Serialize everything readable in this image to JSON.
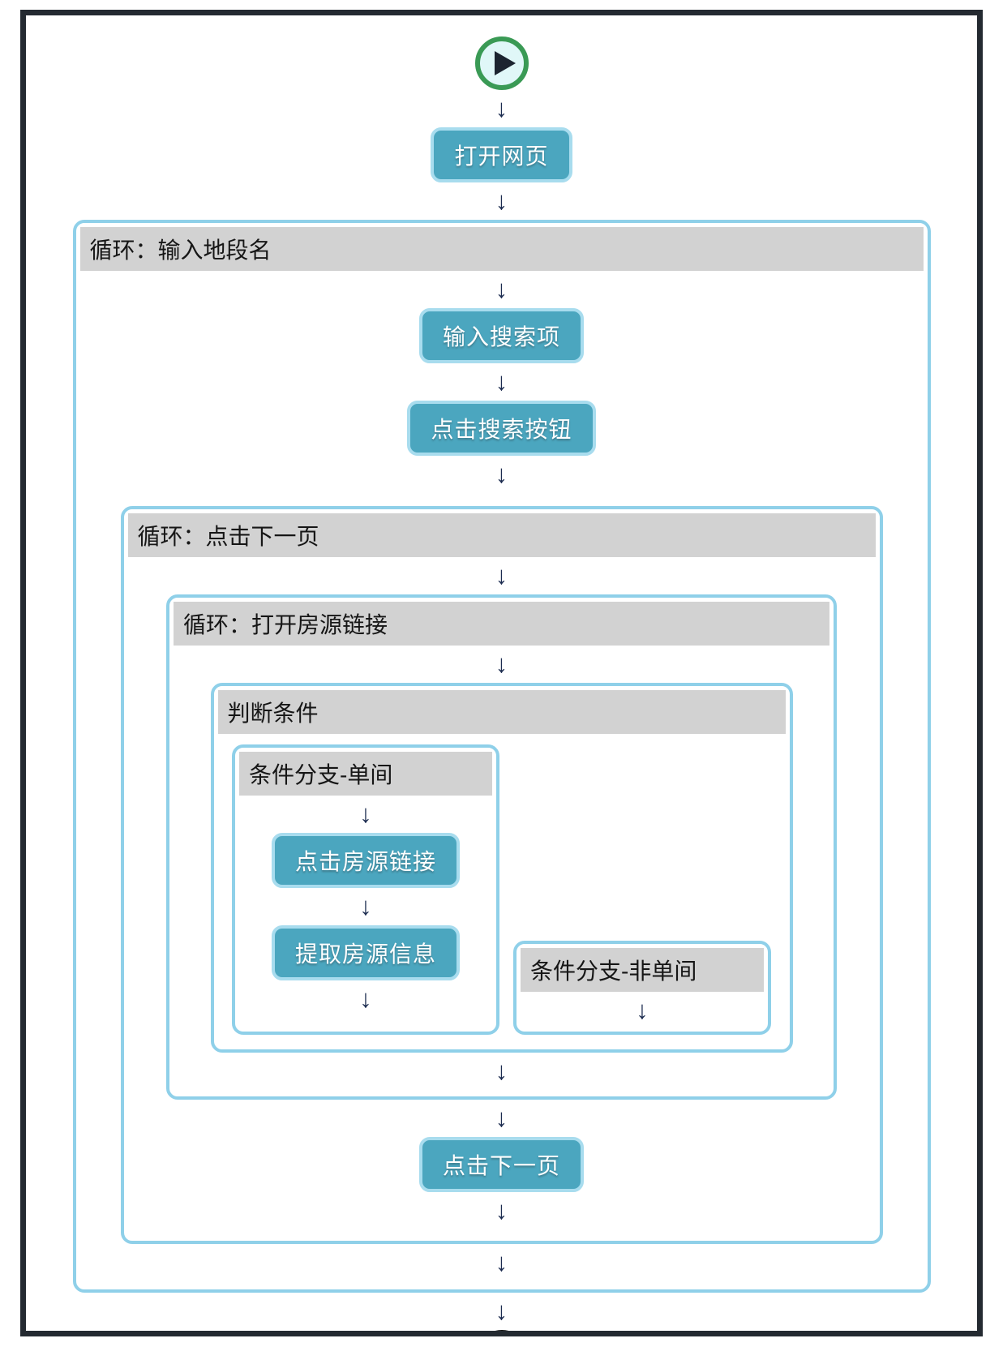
{
  "canvas": {
    "arrow": "↓"
  },
  "steps": {
    "open_webpage": "打开网页",
    "input_search_term": "输入搜索项",
    "click_search_button": "点击搜索按钮",
    "click_listing_link": "点击房源链接",
    "extract_listing_info": "提取房源信息",
    "click_next_page": "点击下一页"
  },
  "containers": {
    "loop_input_location": "循环：输入地段名",
    "loop_click_next_page": "循环：点击下一页",
    "loop_open_listing_link": "循环：打开房源链接",
    "condition": "判断条件",
    "branch_single_room": "条件分支-单间",
    "branch_non_single_room": "条件分支-非单间"
  },
  "colors": {
    "step_button_bg": "#4BA6BF",
    "step_button_border": "#A8DCEE",
    "container_border": "#8FD0E9",
    "header_bg": "#D2D2D2",
    "frame_border": "#242A31",
    "start_ring": "#3A9A55",
    "end_ring": "#101010",
    "node_fill": "#E0F7F8",
    "arrow_color": "#1C2C50"
  }
}
